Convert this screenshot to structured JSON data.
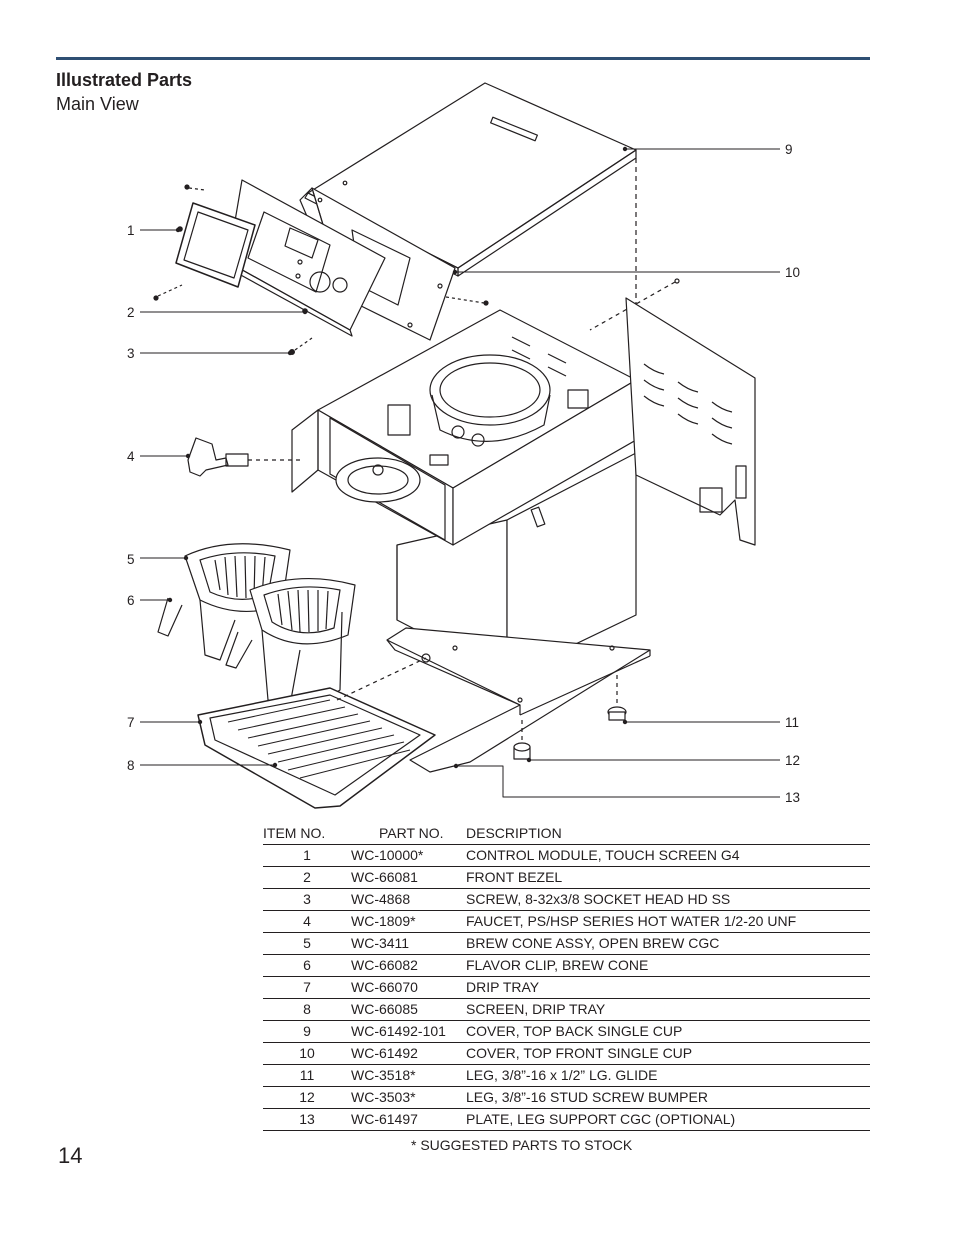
{
  "header": {
    "title": "Illustrated Parts",
    "subtitle": "Main View"
  },
  "diagram": {
    "callouts": [
      "1",
      "2",
      "3",
      "4",
      "5",
      "6",
      "7",
      "8",
      "9",
      "10",
      "11",
      "12",
      "13"
    ]
  },
  "parts_table": {
    "headers": [
      "ITEM NO.",
      "PART NO.",
      "DESCRIPTION"
    ],
    "rows": [
      {
        "item": "1",
        "part": "WC-10000*",
        "description": "CONTROL MODULE, TOUCH SCREEN G4"
      },
      {
        "item": "2",
        "part": "WC-66081",
        "description": "FRONT BEZEL"
      },
      {
        "item": "3",
        "part": "WC-4868",
        "description": "SCREW, 8-32x3/8 SOCKET HEAD HD SS"
      },
      {
        "item": "4",
        "part": "WC-1809*",
        "description": "FAUCET, PS/HSP SERIES HOT WATER 1/2-20 UNF"
      },
      {
        "item": "5",
        "part": "WC-3411",
        "description": "BREW CONE ASSY, OPEN BREW CGC"
      },
      {
        "item": "6",
        "part": "WC-66082",
        "description": "FLAVOR CLIP, BREW CONE"
      },
      {
        "item": "7",
        "part": "WC-66070",
        "description": "DRIP TRAY"
      },
      {
        "item": "8",
        "part": "WC-66085",
        "description": "SCREEN, DRIP TRAY"
      },
      {
        "item": "9",
        "part": "WC-61492-101",
        "description": "COVER, TOP BACK SINGLE CUP"
      },
      {
        "item": "10",
        "part": "WC-61492",
        "description": "COVER, TOP FRONT SINGLE CUP"
      },
      {
        "item": "11",
        "part": "WC-3518*",
        "description": "LEG, 3/8”-16 x 1/2” LG. GLIDE"
      },
      {
        "item": "12",
        "part": "WC-3503*",
        "description": "LEG, 3/8”-16 STUD SCREW BUMPER"
      },
      {
        "item": "13",
        "part": "WC-61497",
        "description": "PLATE, LEG SUPPORT CGC (OPTIONAL)"
      }
    ]
  },
  "footnote": "* SUGGESTED PARTS TO STOCK",
  "page_number": "14"
}
